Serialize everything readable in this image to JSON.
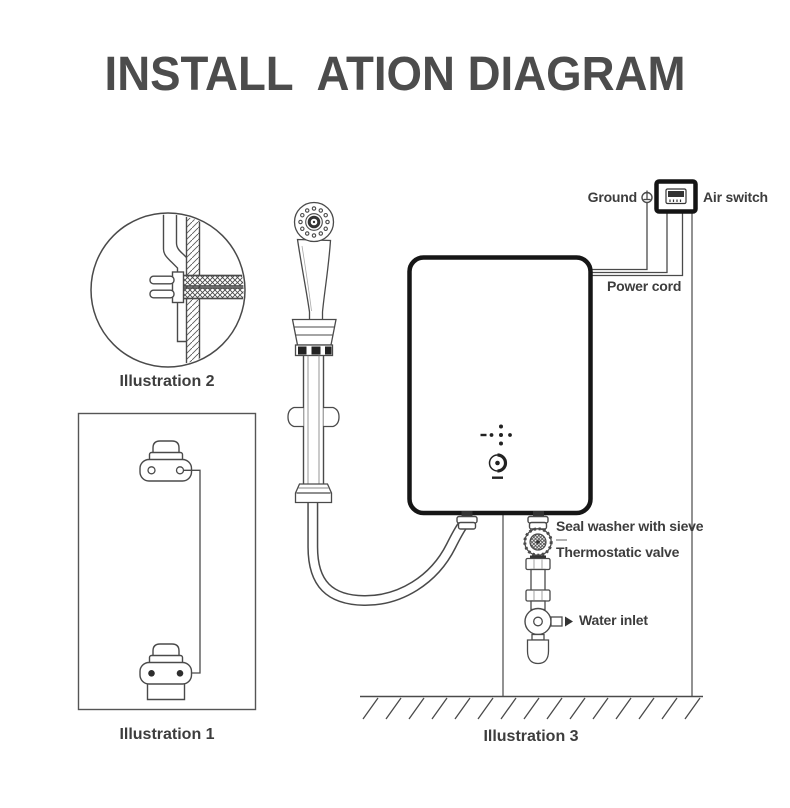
{
  "title": "INSTALL  ATION DIAGRAM",
  "diagram_labels": {
    "ground": "Ground",
    "air_switch": "Air switch",
    "power_cord": "Power cord",
    "seal_washer": "Seal washer with sieve",
    "thermostatic_valve": "Thermostatic valve",
    "water_inlet": "Water inlet"
  },
  "captions": {
    "illustration_1": "Illustration 1",
    "illustration_2": "Illustration 2",
    "illustration_3": "Illustration 3"
  },
  "colors": {
    "line": "#4a4a4a",
    "heavy_outline": "#161616",
    "text": "#3d3d3d",
    "background": "#ffffff"
  }
}
